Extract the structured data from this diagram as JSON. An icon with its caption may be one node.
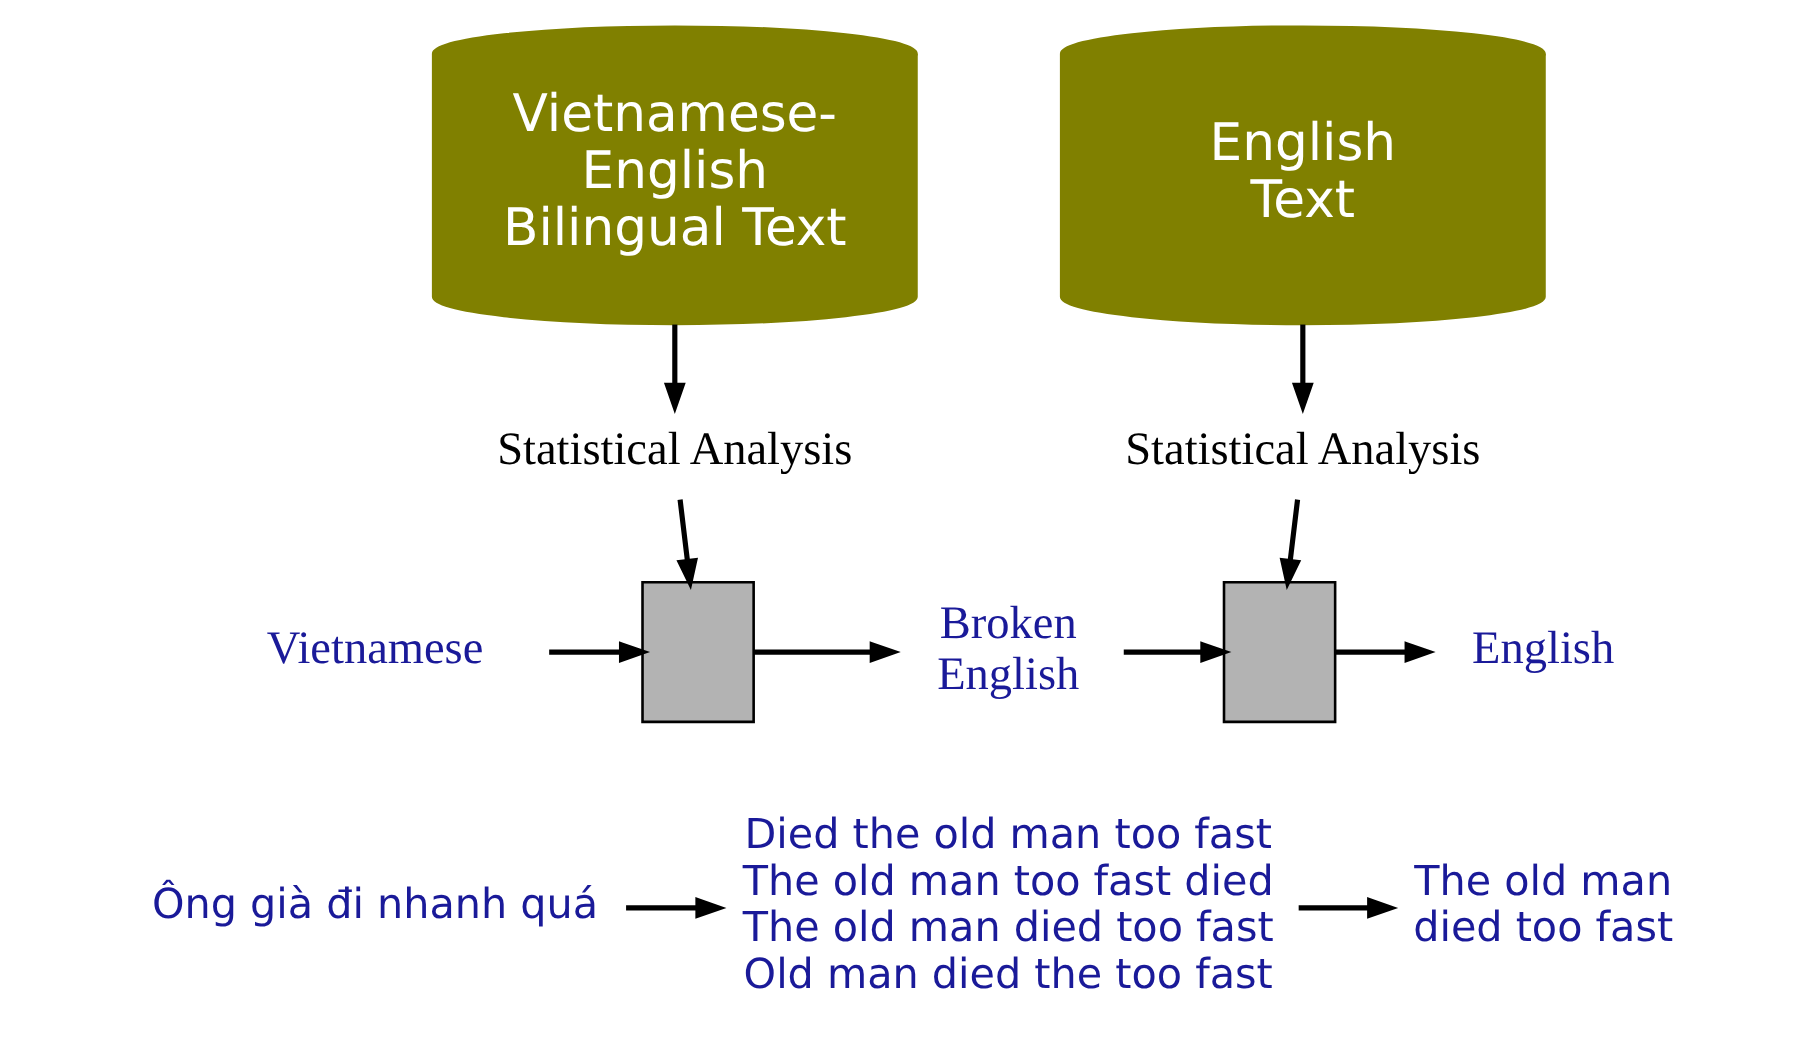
{
  "diagram": {
    "nodes": [
      {
        "text": [
          "Vietnamese- English Bilingual Text"
        ]
      },
      {
        "text": [
          "English Text"
        ]
      },
      {
        "text": [
          "Statistical Analysis"
        ]
      },
      {
        "text": [
          "Statistical Analysis"
        ]
      },
      {
        "text": [
          "Vietnamese"
        ]
      },
      {
        "text": [],
        "shape": "box"
      },
      {
        "text": [
          "Broken English"
        ]
      },
      {
        "text": [],
        "shape": "box"
      },
      {
        "text": [
          "English"
        ]
      },
      {
        "text": [
          "Ông già đi nhanh quá"
        ]
      },
      {
        "text": [
          "Died the old man too fast",
          "The old man too fast died",
          "The old man died too fast",
          "Old man died the too fast"
        ]
      },
      {
        "text": [
          "The old man died too fast"
        ]
      }
    ],
    "edges": [
      {
        "from": 0,
        "to": 2,
        "arrow": "to"
      },
      {
        "from": 2,
        "to": 5,
        "arrow": "to"
      },
      {
        "from": 1,
        "to": 3,
        "arrow": "to"
      },
      {
        "from": 3,
        "to": 7,
        "arrow": "to"
      },
      {
        "from": 4,
        "to": 5,
        "arrow": "to"
      },
      {
        "from": 5,
        "to": 6,
        "arrow": "to"
      },
      {
        "from": 6,
        "to": 7,
        "arrow": "to"
      },
      {
        "from": 7,
        "to": 8,
        "arrow": "to"
      },
      {
        "from": 9,
        "to": 10,
        "arrow": "to"
      },
      {
        "from": 10,
        "to": 11,
        "arrow": "to"
      }
    ]
  }
}
